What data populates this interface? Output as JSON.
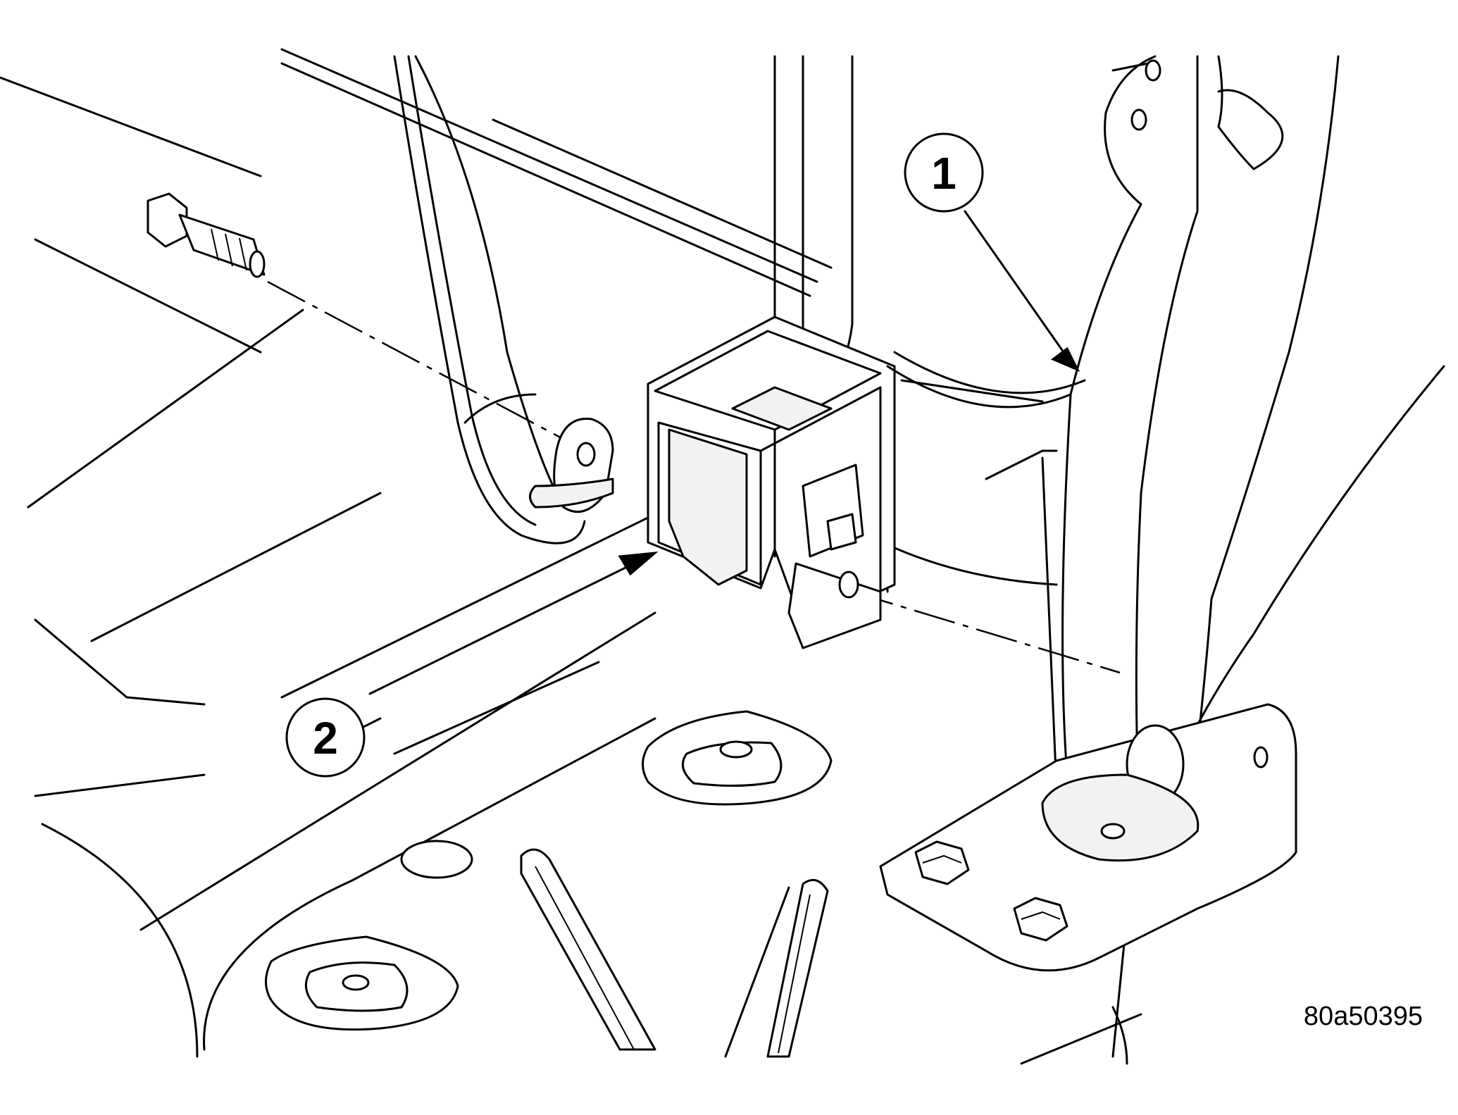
{
  "callouts": [
    {
      "label": "1"
    },
    {
      "label": "2"
    }
  ],
  "figure_code": "80a50395"
}
